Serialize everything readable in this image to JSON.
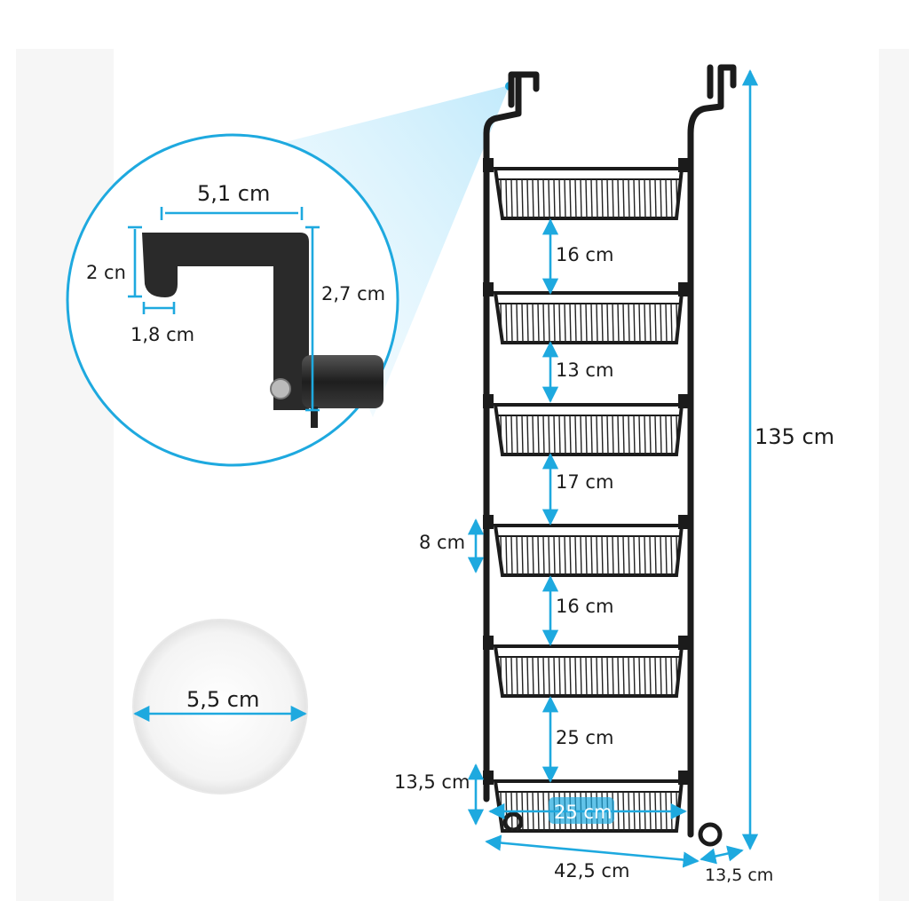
{
  "colors": {
    "accent": "#1ea9df",
    "frame": "#1b1b1b",
    "background": "#ffffff",
    "circle_outline": "#1ea9df"
  },
  "hook_detail": {
    "width_label": "5,1 cm",
    "depth_label": "2 cn",
    "gap_label": "1,8 cm",
    "height_label": "2,7 cm"
  },
  "disc": {
    "diameter_label": "5,5 cm"
  },
  "rack": {
    "total_height_label": "135 cm",
    "spacings": [
      "16 cm",
      "13 cm",
      "17 cm",
      "16 cm",
      "25 cm"
    ],
    "basket_height_label": "8 cm",
    "bottom_offset_label": "13,5 cm",
    "basket_width_label": "25 cm",
    "total_width_label": "42,5 cm",
    "depth_label": "13,5 cm"
  }
}
